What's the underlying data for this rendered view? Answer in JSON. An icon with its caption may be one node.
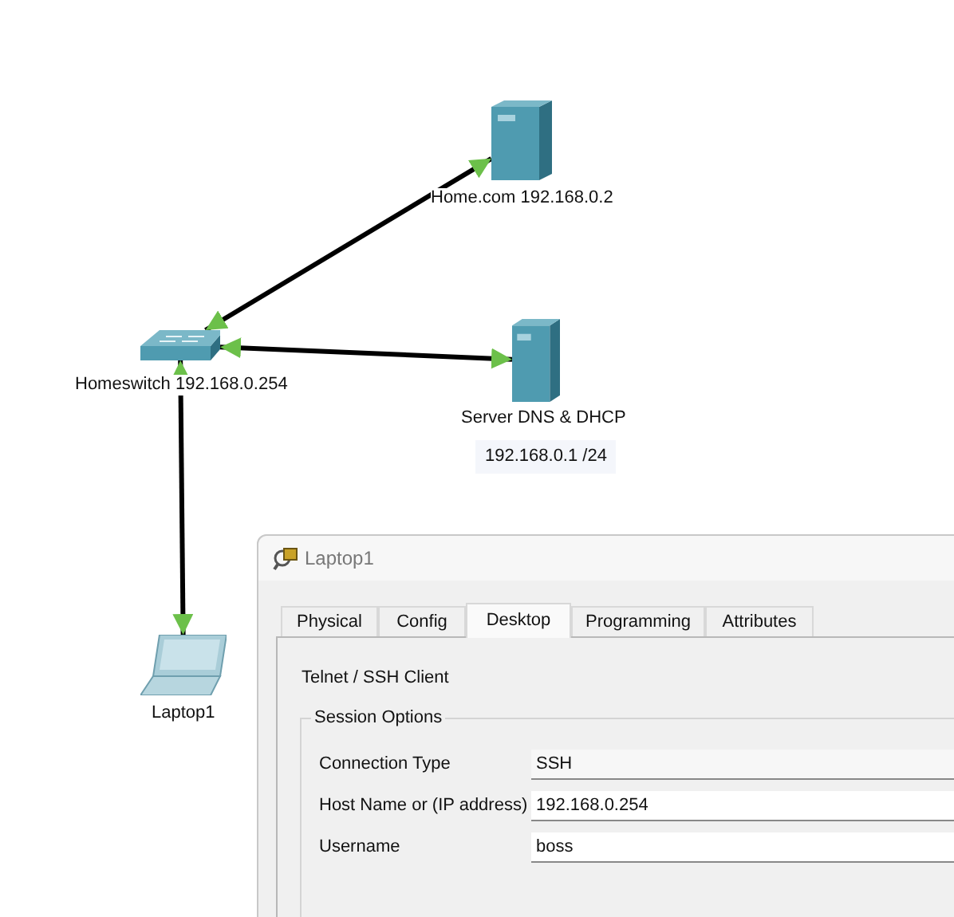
{
  "diagram": {
    "nodes": [
      {
        "text": [],
        "shape": "picture",
        "beside": [
          "Home.com 192.168.0.2"
        ]
      },
      {
        "text": [],
        "shape": "picture",
        "beside": [
          "Homeswitch 192.168.0.254"
        ]
      },
      {
        "text": [],
        "shape": "picture",
        "beside": [
          "Server DNS & DHCP",
          "192.168.0.1 /24"
        ]
      },
      {
        "text": [],
        "shape": "picture",
        "beside": [
          "Laptop1"
        ]
      }
    ],
    "edges": [
      {
        "from": 1,
        "to": 0,
        "arrow": "both"
      },
      {
        "from": 1,
        "to": 2,
        "arrow": "both"
      },
      {
        "from": 1,
        "to": 3,
        "arrow": "both"
      }
    ],
    "labels": [
      "Laptop1",
      "Physical",
      "Config",
      "Desktop",
      "Programming",
      "Attributes",
      "Telnet / SSH Client",
      "Session Options",
      "Connection Type",
      "SSH",
      "Host Name or (IP address)",
      "192.168.0.254",
      "Username",
      "boss"
    ]
  }
}
